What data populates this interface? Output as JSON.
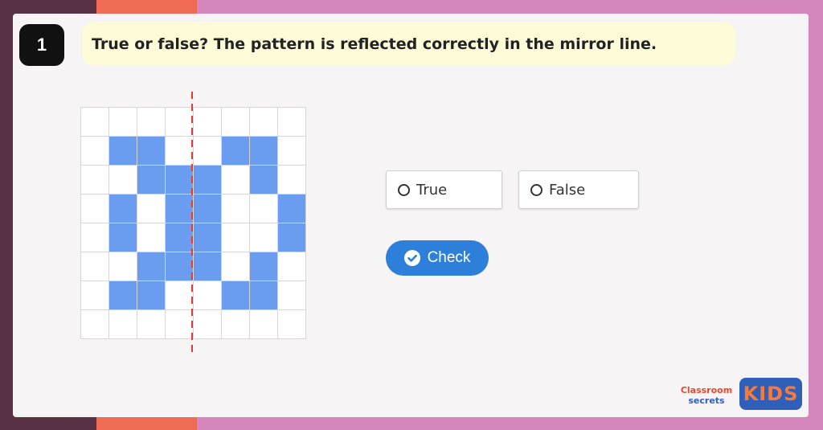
{
  "question": {
    "number": "1",
    "text": "True or false? The pattern is reflected correctly in the mirror line."
  },
  "grid": {
    "rows": 8,
    "cols": 8,
    "filled": [
      [
        0,
        0,
        0,
        0,
        0,
        0,
        0,
        0
      ],
      [
        0,
        1,
        1,
        0,
        0,
        1,
        1,
        0
      ],
      [
        0,
        0,
        1,
        1,
        1,
        0,
        1,
        0
      ],
      [
        0,
        1,
        0,
        1,
        1,
        0,
        0,
        1
      ],
      [
        0,
        1,
        0,
        1,
        1,
        0,
        0,
        1
      ],
      [
        0,
        0,
        1,
        1,
        1,
        0,
        1,
        0
      ],
      [
        0,
        1,
        1,
        0,
        0,
        1,
        1,
        0
      ],
      [
        0,
        0,
        0,
        0,
        0,
        0,
        0,
        0
      ]
    ],
    "fill_color": "#6a9cf0",
    "mirror_color": "#e53935"
  },
  "options": [
    {
      "label": "True"
    },
    {
      "label": "False"
    }
  ],
  "check_button": {
    "label": "Check"
  },
  "logos": {
    "classroom_secrets": {
      "line1": "Classroom",
      "line2": "secrets"
    },
    "kids": "KIDS"
  }
}
